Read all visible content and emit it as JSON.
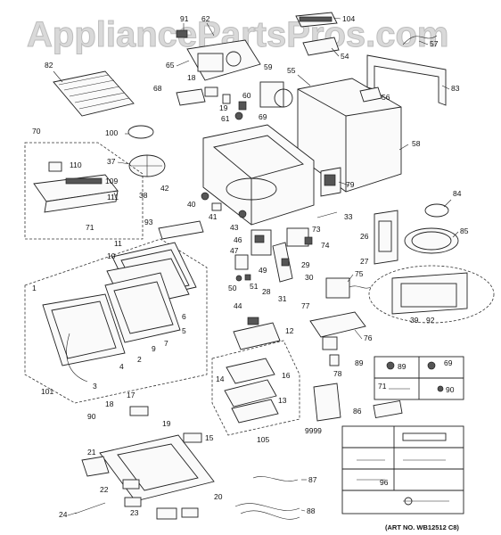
{
  "watermark": "AppliancePartsPros.com",
  "footer": "(ART NO. WB12512 C8)",
  "labels": {
    "n91": "91",
    "n62": "62",
    "n104": "104",
    "n57": "57",
    "n82": "82",
    "n65": "65",
    "n54": "54",
    "n55": "55",
    "n59": "59",
    "n83": "83",
    "n18": "18",
    "n68": "68",
    "n60": "60",
    "n56": "56",
    "n19": "19",
    "n61": "61",
    "n69a": "69",
    "n70": "70",
    "n100": "100",
    "n58": "58",
    "n37": "37",
    "n110": "110",
    "n109": "109",
    "n111": "111",
    "n38": "38",
    "n79": "79",
    "n42": "42",
    "n40": "40",
    "n41": "41",
    "n84": "84",
    "n71a": "71",
    "n93": "93",
    "n33": "33",
    "n43": "43",
    "n85": "85",
    "n46": "46",
    "n73": "73",
    "n11": "11",
    "n26": "26",
    "n47": "47",
    "n74": "74",
    "n10": "10",
    "n27": "27",
    "n29": "29",
    "n49": "49",
    "n75": "75",
    "n30": "30",
    "n50": "50",
    "n51": "51",
    "n28": "28",
    "n31": "31",
    "n6": "6",
    "n77": "77",
    "n1": "1",
    "n5": "5",
    "n44": "44",
    "n7": "7",
    "n39": "39",
    "n92": "92",
    "n12": "12",
    "n76": "76",
    "n9": "9",
    "n2": "2",
    "n4": "4",
    "n89a": "89",
    "n89b": "89",
    "n69b": "69",
    "n78": "78",
    "n3": "3",
    "n14": "14",
    "n16": "16",
    "n101": "101",
    "n71b": "71",
    "n90a": "90",
    "n17": "17",
    "n13": "13",
    "n86": "86",
    "n9999": "9999",
    "n18b": "18",
    "n90b": "90",
    "n19b": "19",
    "n105": "105",
    "n15": "15",
    "n21": "21",
    "n22": "22",
    "n87": "87",
    "n20": "20",
    "n96": "96",
    "n23": "23",
    "n24": "24",
    "n88": "88"
  }
}
